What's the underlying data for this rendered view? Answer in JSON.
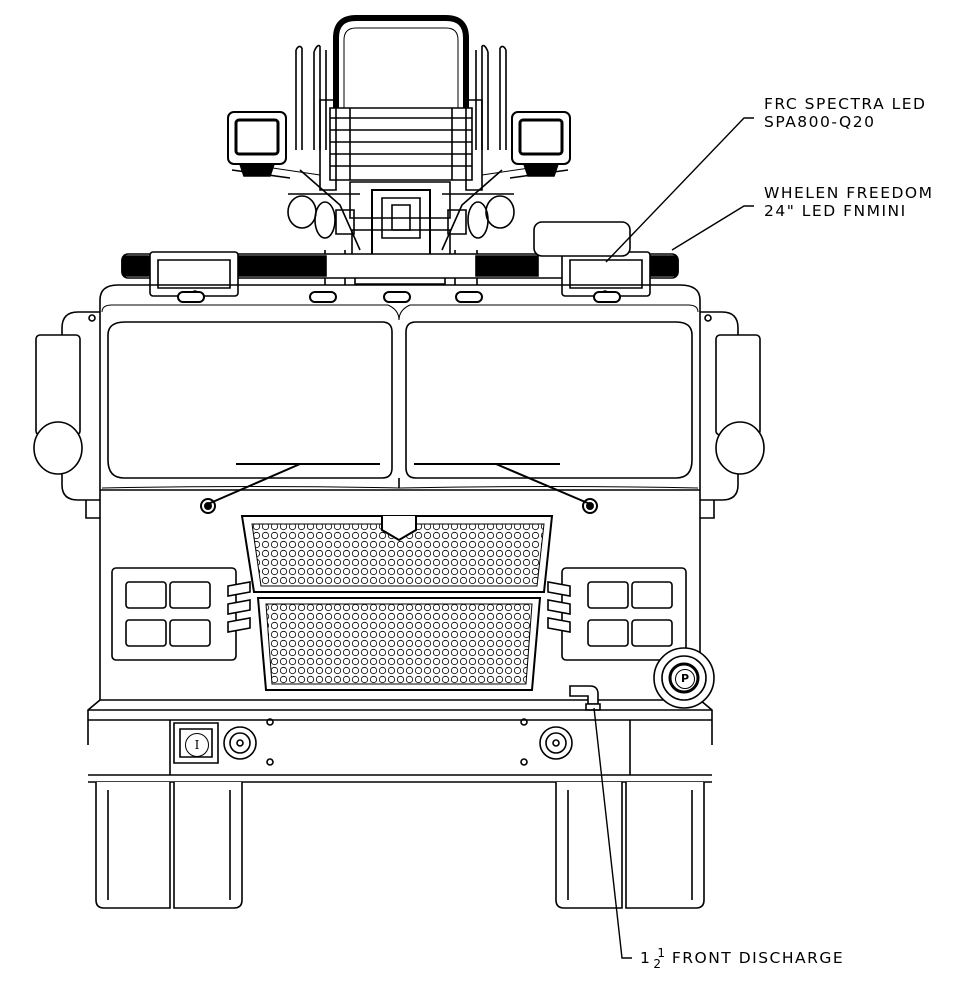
{
  "callouts": {
    "lightbar": {
      "line1": "FRC SPECTRA LED",
      "line2": "SPA800-Q20"
    },
    "lightbar_whelen": {
      "line1": "WHELEN FREEDOM",
      "line2": "24\" LED FNMINI"
    },
    "discharge": {
      "whole": "1",
      "numerator": "1",
      "denominator": "2",
      "text": "FRONT DISCHARGE"
    }
  },
  "badges": {
    "bumper_badge": "I",
    "pump_badge": "P"
  },
  "colors": {
    "ink": "#000000",
    "paper": "#ffffff"
  }
}
